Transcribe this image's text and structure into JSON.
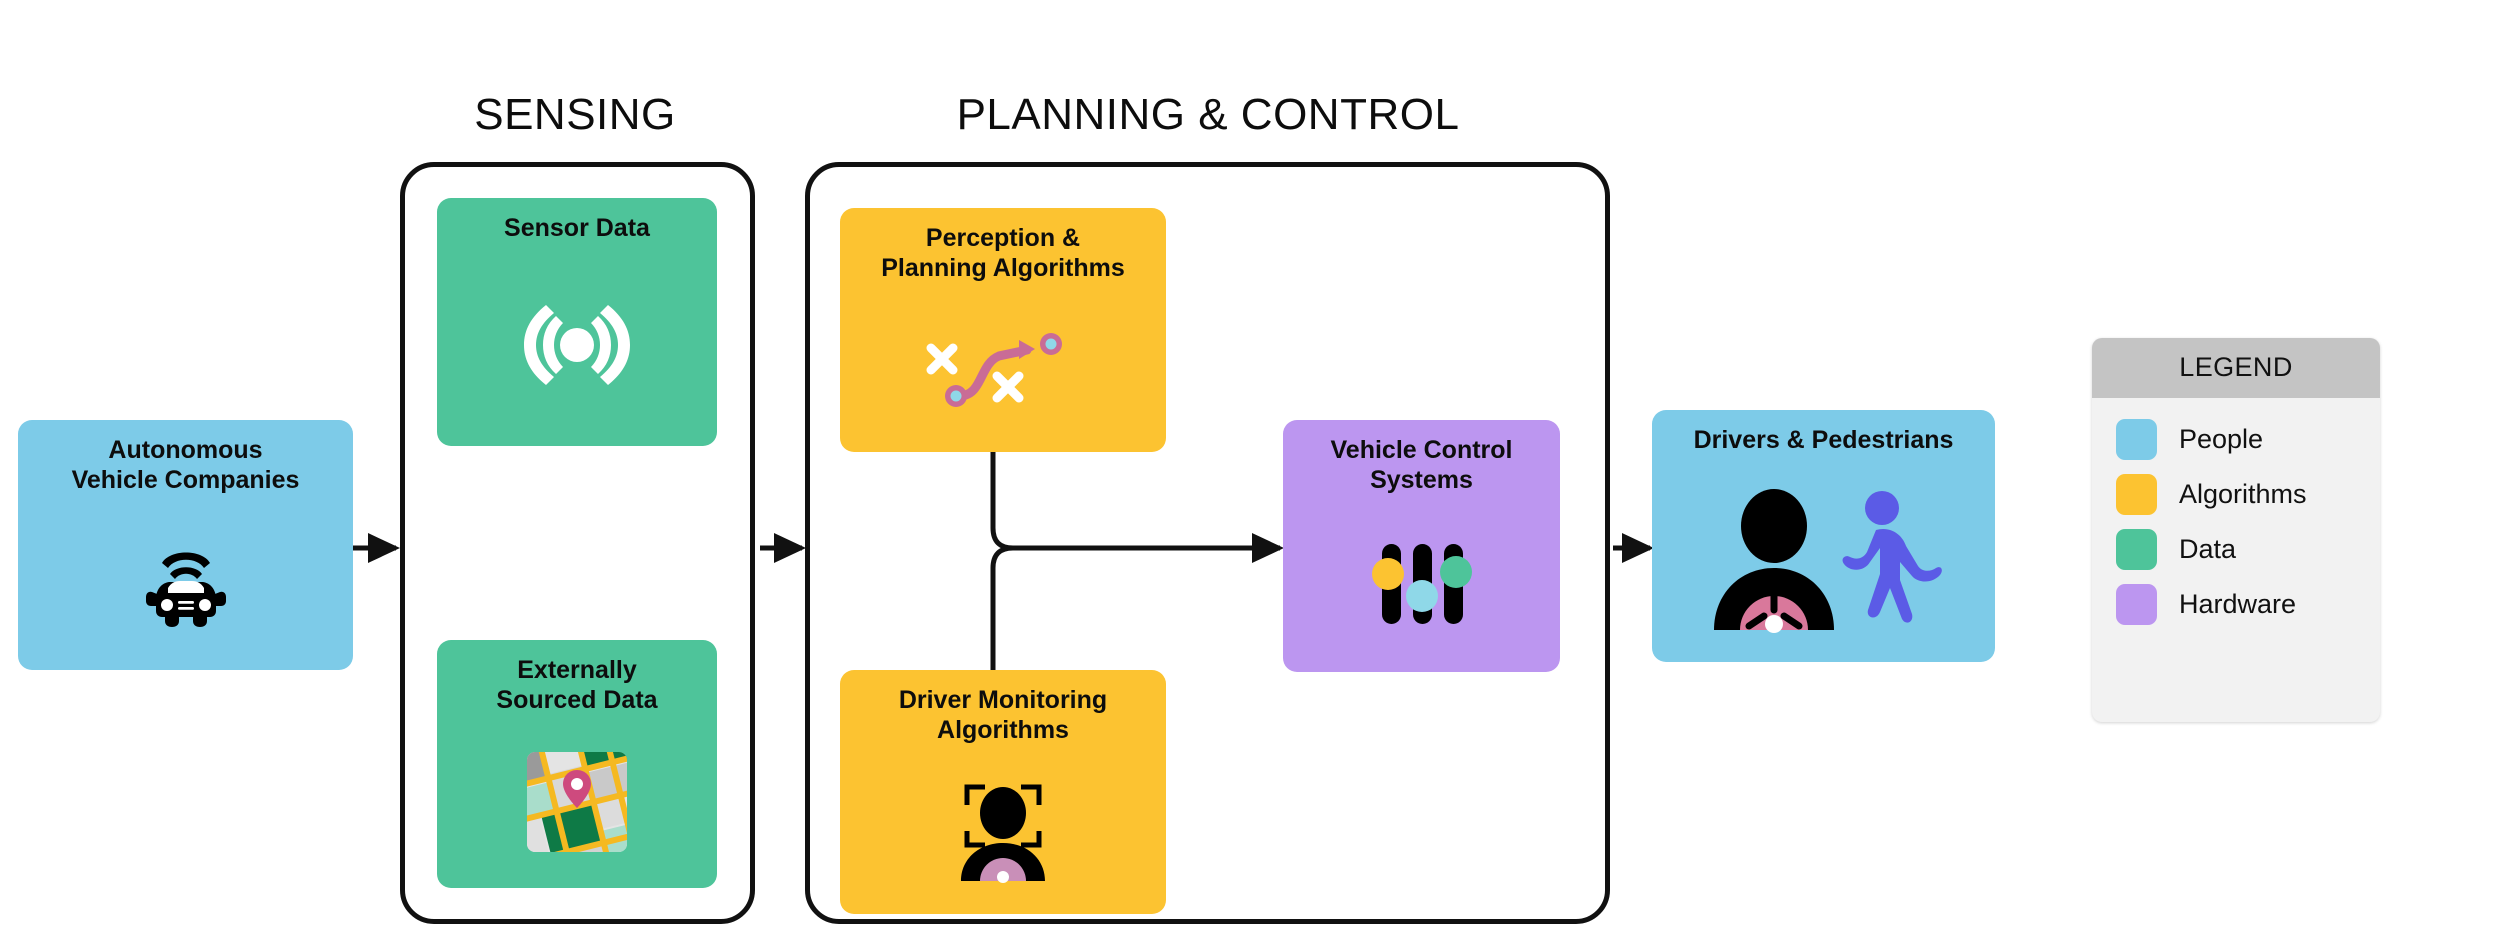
{
  "sections": [
    {
      "id": "sensing",
      "label": "SENSING"
    },
    {
      "id": "planning",
      "label": "PLANNING & CONTROL"
    }
  ],
  "nodes": {
    "av_companies": {
      "label": "Autonomous\nVehicle Companies",
      "color": "#7DCBE8",
      "category": "People",
      "icon": "autonomous-car-icon"
    },
    "sensor_data": {
      "label": "Sensor Data",
      "color": "#4EC49A",
      "category": "Data",
      "icon": "sensor-waves-icon"
    },
    "external_data": {
      "label": "Externally\nSourced Data",
      "color": "#4EC49A",
      "category": "Data",
      "icon": "map-pin-icon"
    },
    "perception": {
      "label": "Perception &\nPlanning Algorithms",
      "color": "#FCC331",
      "category": "Algorithms",
      "icon": "path-planning-icon"
    },
    "driver_monitoring": {
      "label": "Driver Monitoring\nAlgorithms",
      "color": "#FCC331",
      "category": "Algorithms",
      "icon": "driver-face-scan-icon"
    },
    "vehicle_control": {
      "label": "Vehicle Control\nSystems",
      "color": "#BC96F0",
      "category": "Hardware",
      "icon": "sliders-icon"
    },
    "drivers_pedestrians": {
      "label": "Drivers & Pedestrians",
      "color": "#7DCBE8",
      "category": "People",
      "icon": "driver-and-pedestrian-icon"
    }
  },
  "legend": {
    "title": "LEGEND",
    "items": [
      {
        "label": "People",
        "color": "#7DCBE8"
      },
      {
        "label": "Algorithms",
        "color": "#FCC331"
      },
      {
        "label": "Data",
        "color": "#4EC49A"
      },
      {
        "label": "Hardware",
        "color": "#BC96F0"
      }
    ]
  },
  "flow": {
    "arrows": [
      {
        "from": "av_companies",
        "to": "sensing-panel"
      },
      {
        "from": "sensing-panel",
        "to": "planning-panel"
      },
      {
        "from": "perception",
        "to": "vehicle_control"
      },
      {
        "from": "driver_monitoring",
        "to": "vehicle_control"
      },
      {
        "from": "planning-panel",
        "to": "drivers_pedestrians"
      }
    ]
  }
}
